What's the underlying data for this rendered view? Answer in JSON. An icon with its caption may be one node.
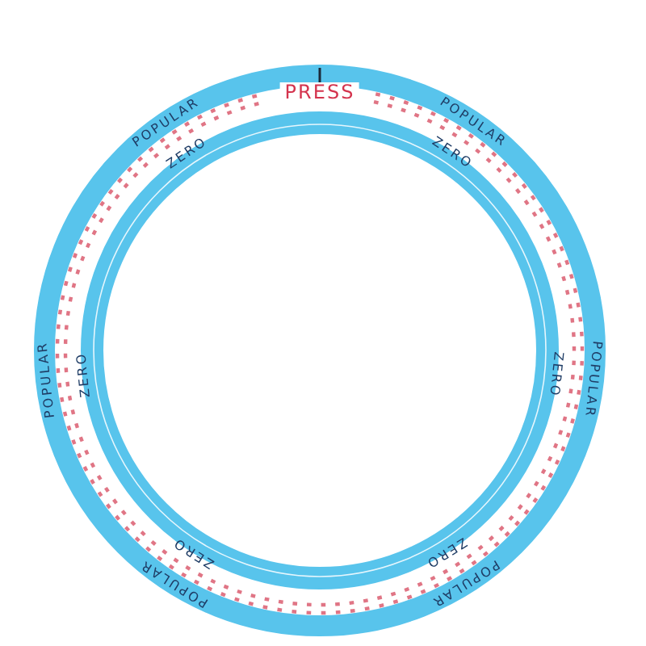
{
  "diagram": {
    "labels": [
      "POPULAR",
      "PRESS",
      "POPULAR",
      "ZERO",
      "ZERO",
      "POPULAR",
      "ZERO",
      "ZERO",
      "POPULAR",
      "ZERO",
      "ZERO",
      "POPULAR",
      "POPULAR"
    ]
  }
}
